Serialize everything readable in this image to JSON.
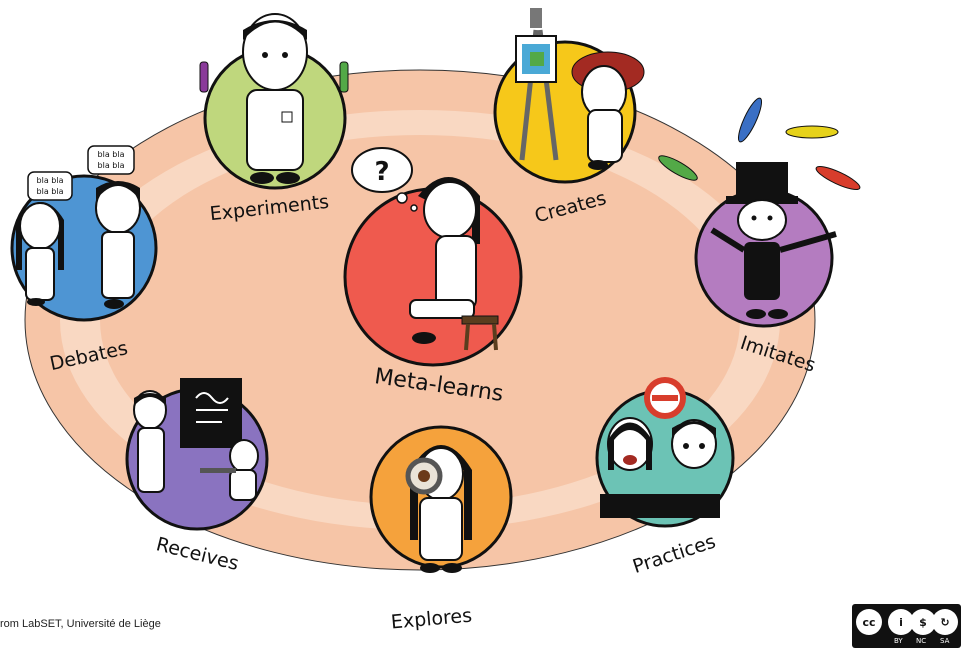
{
  "center": {
    "label": "Meta-learns",
    "color": "#ef5a4e"
  },
  "nodes": {
    "experiments": {
      "label": "Experiments",
      "color": "#bfd77d"
    },
    "creates": {
      "label": "Creates",
      "color": "#f6c81a"
    },
    "imitates": {
      "label": "Imitates",
      "color": "#b47cc0"
    },
    "practices": {
      "label": "Practices",
      "color": "#6cc3b5"
    },
    "explores": {
      "label": "Explores",
      "color": "#f5a23c"
    },
    "receives": {
      "label": "Receives",
      "color": "#8a73c0"
    },
    "debates": {
      "label": "Debates",
      "color": "#4e95d3"
    }
  },
  "speech_left": "bla bla\nbla bla",
  "speech_right": "bla bla\nbla bla",
  "thought": "?",
  "credit": "rom LabSET, Université de Liège",
  "license": {
    "cc": "cc",
    "by": "BY",
    "nc": "NC",
    "sa": "SA"
  },
  "colors": {
    "ring_outer": "#f6c5a7",
    "ring_inner": "#f9d8c2"
  }
}
